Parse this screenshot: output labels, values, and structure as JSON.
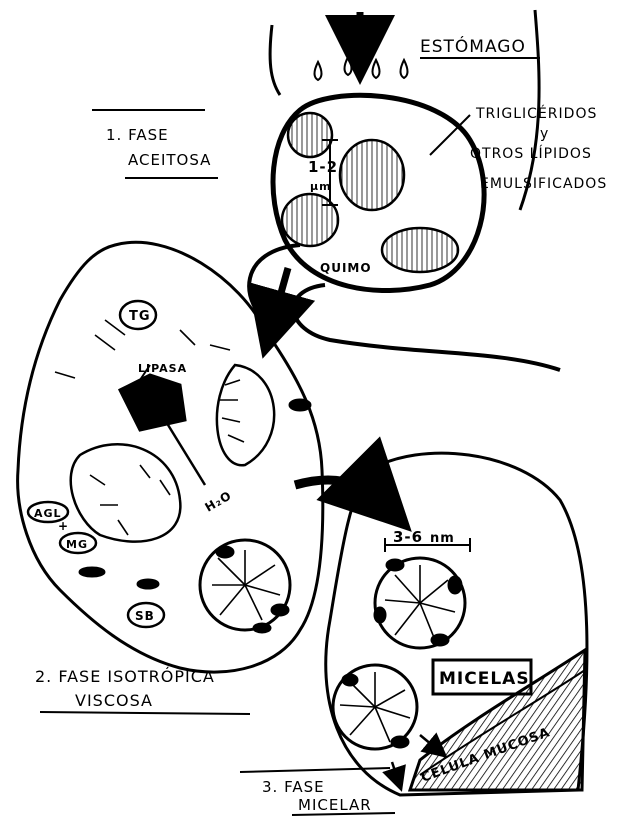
{
  "labels": {
    "estomago": "ESTÓMAGO",
    "trigliceridos_1": "TRIGLICÉRIDOS",
    "trigliceridos_2": "y",
    "trigliceridos_3": "OTROS LÍPIDOS",
    "trigliceridos_4": "EMULSIFICADOS",
    "size_1": "1-2",
    "size_1_unit": "µm",
    "quimo": "QUIMO",
    "fase1_line1": "1. FASE",
    "fase1_line2": "ACEITOSA",
    "tg": "TG",
    "lipasa": "LIPASA",
    "h2o": "H₂O",
    "agl": "AGL",
    "plus": "+",
    "mg": "MG",
    "sb": "SB",
    "fase2_line1": "2. FASE ISOTRÓPICA",
    "fase2_line2": "VISCOSA",
    "size_2": "3-6",
    "size_2_unit": "nm",
    "micelas": "MICELAS",
    "celula_mucosa": "CÉLULA MUCOSA",
    "fase3_line1": "3. FASE",
    "fase3_line2": "MICELAR"
  }
}
